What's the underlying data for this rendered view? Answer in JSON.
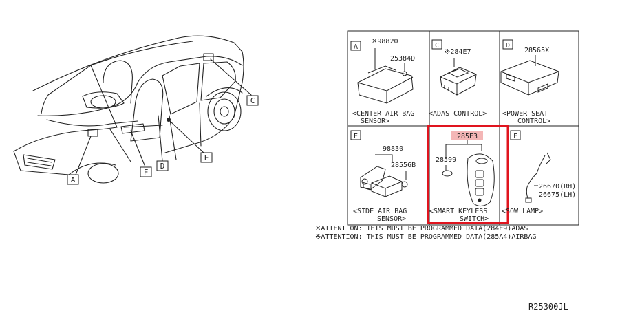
{
  "callouts": {
    "A": "A",
    "C": "C",
    "D": "D",
    "E": "E",
    "F": "F"
  },
  "panels": {
    "A": {
      "letter": "A",
      "part_star": "※98820",
      "part_2": "25384D",
      "caption_1": "<CENTER AIR BAG",
      "caption_2": "SENSOR>"
    },
    "C": {
      "letter": "C",
      "part": "※284E7",
      "caption_1": "<ADAS CONTROL>"
    },
    "D": {
      "letter": "D",
      "part": "28565X",
      "caption_1": "<POWER SEAT",
      "caption_2": "CONTROL>"
    },
    "E": {
      "letter": "E",
      "part_1": "98830",
      "part_2": "28556B",
      "caption_1": "<SIDE AIR BAG",
      "caption_2": "SENSOR>"
    },
    "key": {
      "part_main": "285E3",
      "part_battery": "28599",
      "caption_1": "<SMART KEYLESS",
      "caption_2": "SWITCH>"
    },
    "F": {
      "letter": "F",
      "part_rh": "26670(RH)",
      "part_lh": "26675(LH)",
      "caption_1": "<SOW LAMP>"
    }
  },
  "notes": {
    "line_1": "※ATTENTION: THIS MUST BE PROGRAMMED DATA(284E9)ADAS",
    "line_2": "※ATTENTION: THIS MUST BE PROGRAMMED DATA(285A4)AIRBAG"
  },
  "diagram_id": "R25300JL",
  "colors": {
    "highlight_border": "#e0141e",
    "highlight_fill": "#f4b6b6",
    "line": "#222222"
  }
}
